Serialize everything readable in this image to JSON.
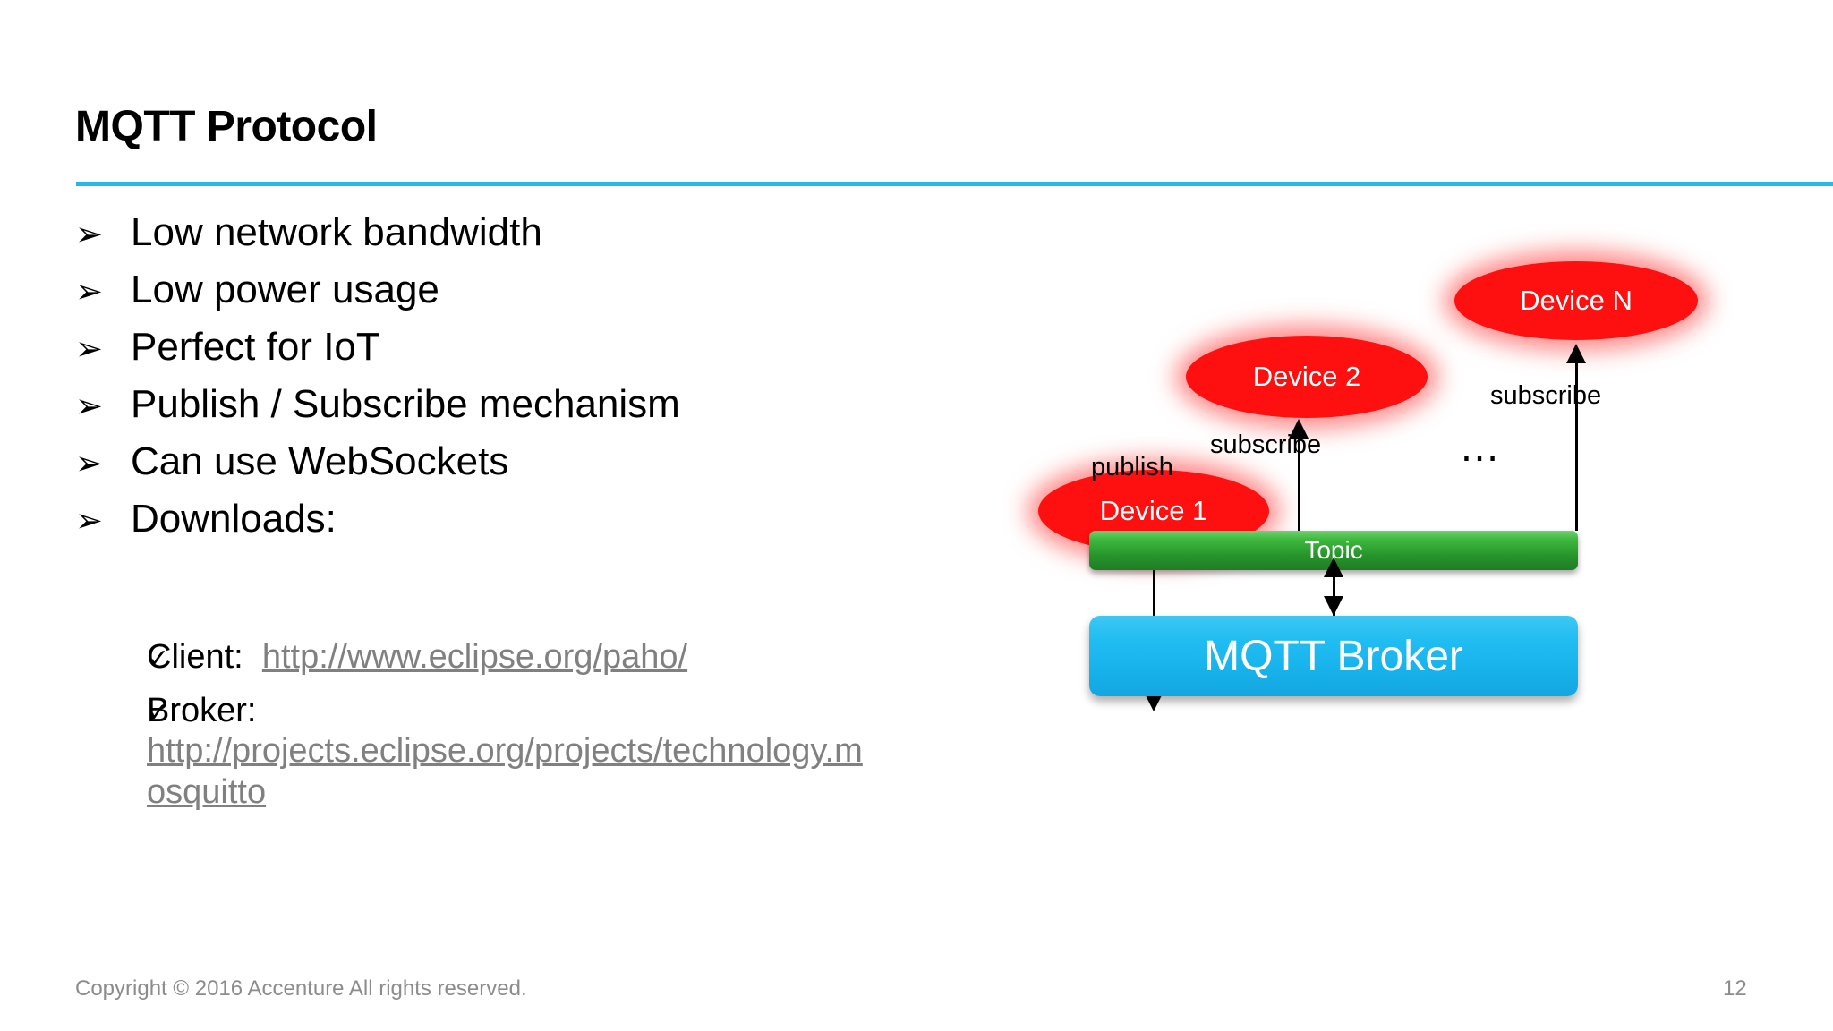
{
  "slide": {
    "title": "MQTT Protocol",
    "accent_color": "#29b6e8"
  },
  "bullets": [
    {
      "marker": "➢",
      "text": "Low network bandwidth"
    },
    {
      "marker": "➢",
      "text": "Low power usage"
    },
    {
      "marker": "➢",
      "text": "Perfect for IoT"
    },
    {
      "marker": "➢",
      "text": "Publish / Subscribe mechanism"
    },
    {
      "marker": "➢",
      "text": "Can use WebSockets"
    },
    {
      "marker": "➢",
      "text": "Downloads:"
    }
  ],
  "sub_bullets": [
    {
      "marker": "✓",
      "label": "Client:  ",
      "link": "http://www.eclipse.org/paho/",
      "inline": true
    },
    {
      "marker": "✓",
      "label": "Broker:",
      "link": "http://projects.eclipse.org/projects/technology.mosquitto",
      "inline": false
    }
  ],
  "diagram": {
    "nodes": [
      {
        "name": "device-1",
        "label": "Device 1",
        "color": "#ff1010",
        "shape": "ellipse"
      },
      {
        "name": "device-2",
        "label": "Device 2",
        "color": "#ff1010",
        "shape": "ellipse"
      },
      {
        "name": "device-n",
        "label": "Device N",
        "color": "#ff1010",
        "shape": "ellipse"
      },
      {
        "name": "topic",
        "label": "Topic",
        "color": "#2f9e33",
        "shape": "bar"
      },
      {
        "name": "mqtt-broker",
        "label": "MQTT Broker",
        "color": "#18b3ec",
        "shape": "box"
      }
    ],
    "ellipsis": "…",
    "edges": [
      {
        "name": "device1-to-topic",
        "label": "publish",
        "from": "device-1",
        "to": "topic",
        "direction": "down"
      },
      {
        "name": "topic-to-device2",
        "label": "subscribe",
        "from": "topic",
        "to": "device-2",
        "direction": "up"
      },
      {
        "name": "topic-to-devicen",
        "label": "subscribe",
        "from": "topic",
        "to": "device-n",
        "direction": "up"
      },
      {
        "name": "topic-broker",
        "label": "",
        "from": "topic",
        "to": "mqtt-broker",
        "direction": "both"
      }
    ]
  },
  "footer": {
    "copyright": "Copyright © 2016 Accenture  All rights reserved.",
    "page_number": "12"
  }
}
